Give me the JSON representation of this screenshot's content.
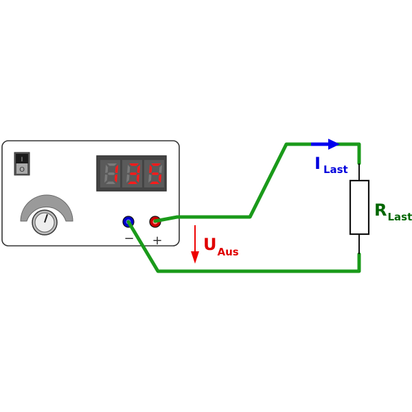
{
  "display": {
    "digits": [
      "1",
      "3",
      "5"
    ],
    "digit_color": "#ff1a1a",
    "ghost_color": "#7a7a7a",
    "background": "#4a4a4a"
  },
  "power_switch": {
    "on_symbol": "I",
    "off_symbol": "O"
  },
  "terminals": {
    "negative": {
      "sign": "−",
      "color": "#0000cc"
    },
    "positive": {
      "sign": "+",
      "color": "#cc0000"
    }
  },
  "labels": {
    "output_voltage": {
      "main": "U",
      "sub": "Aus",
      "color": "#e00000"
    },
    "load_current": {
      "main": "I",
      "sub": "Last",
      "color": "#0000dd"
    },
    "load_resistor": {
      "main": "R",
      "sub": "Last",
      "color": "#006600"
    }
  },
  "colors": {
    "wire": "#1a9a1a",
    "wire_dark": "#0c6a0c",
    "housing_stroke": "#333333",
    "knob_arc": "#9a9a9a"
  }
}
